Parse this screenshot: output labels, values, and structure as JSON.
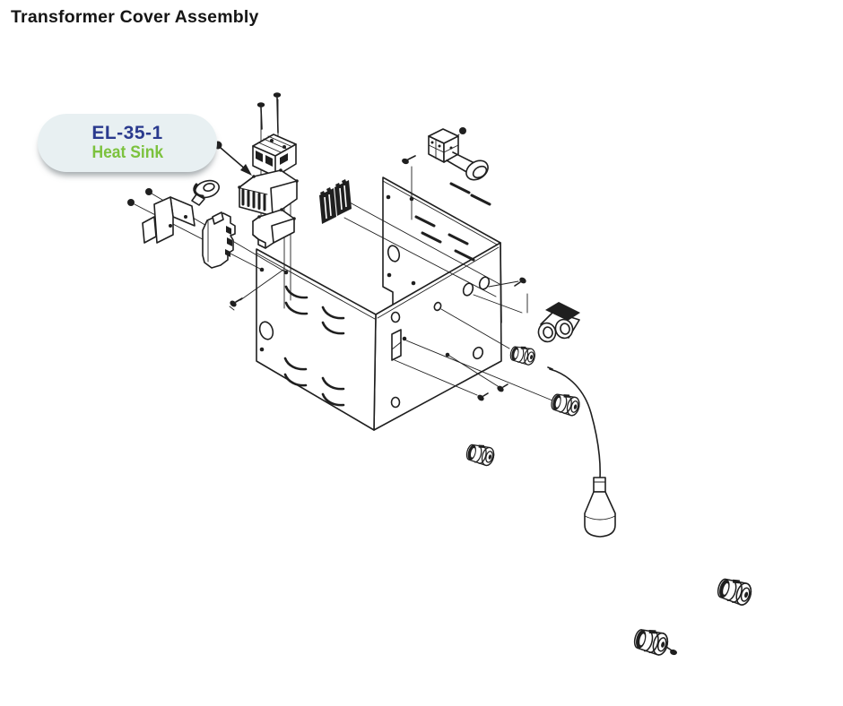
{
  "page": {
    "title": "Transformer Cover Assembly"
  },
  "callout": {
    "part_number": "EL-35-1",
    "part_name": "Heat Sink"
  },
  "colors": {
    "part_number_text": "#2a3a8e",
    "part_name_text": "#7cc23e",
    "callout_bg": "#e8f0f2",
    "diagram_lines": "#1f1f1f",
    "title_text": "#151515",
    "background": "#ffffff"
  }
}
